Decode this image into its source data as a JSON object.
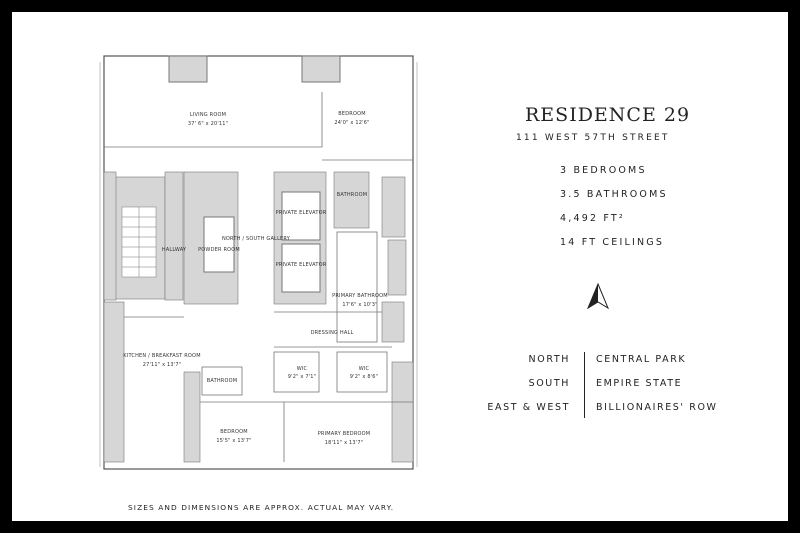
{
  "title": "RESIDENCE 29",
  "address": "111 WEST 57TH STREET",
  "stats": [
    "3 BEDROOMS",
    "3.5 BATHROOMS",
    "4,492 FT²",
    "14 FT CEILINGS"
  ],
  "orientation": [
    {
      "direction": "NORTH",
      "view": "CENTRAL PARK"
    },
    {
      "direction": "SOUTH",
      "view": "EMPIRE STATE"
    },
    {
      "direction": "EAST & WEST",
      "view": "BILLIONAIRES' ROW"
    }
  ],
  "footer": "SIZES AND DIMENSIONS ARE APPROX. ACTUAL MAY VARY.",
  "rooms": {
    "living_room": "LIVING ROOM",
    "living_room_dim": "37' 6\" x 20'11\"",
    "bedroom_ne": "BEDROOM",
    "bedroom_ne_dim": "24'0\" x 12'6\"",
    "bathroom_ne": "BATHROOM",
    "private_elevator_1": "PRIVATE ELEVATOR",
    "private_elevator_2": "PRIVATE ELEVATOR",
    "gallery": "NORTH / SOUTH GALLERY",
    "hallway": "HALLWAY",
    "powder_room": "POWDER ROOM",
    "primary_bathroom": "PRIMARY BATHROOM",
    "primary_bathroom_dim": "17'6\" x 10'3\"",
    "dressing_hall": "DRESSING HALL",
    "kitchen": "KITCHEN / BREAKFAST ROOM",
    "kitchen_dim": "27'11\" x 13'7\"",
    "bathroom_s": "BATHROOM",
    "wic_1": "WIC",
    "wic_1_dim": "9'2\" x 7'1\"",
    "wic_2": "WIC",
    "wic_2_dim": "9'2\" x 8'6\"",
    "bedroom_s": "BEDROOM",
    "bedroom_s_dim": "15'5\" x 13'7\"",
    "primary_bedroom": "PRIMARY BEDROOM",
    "primary_bedroom_dim": "18'11\" x 13'7\""
  },
  "colors": {
    "frame": "#000000",
    "sheet": "#ffffff",
    "wall": "#d6d6d6",
    "line": "#777777"
  }
}
